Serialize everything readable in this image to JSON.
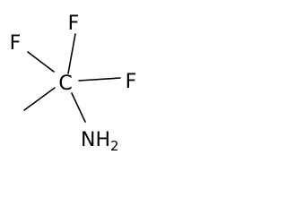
{
  "molecule": {
    "atoms": {
      "fluorine_top": "F",
      "fluorine_left": "F",
      "fluorine_right": "F",
      "carbon": "C",
      "amine_main": "NH",
      "amine_subscript": "2"
    },
    "colors": {
      "bond": "#000000",
      "text": "#000000",
      "background": "#ffffff"
    }
  }
}
